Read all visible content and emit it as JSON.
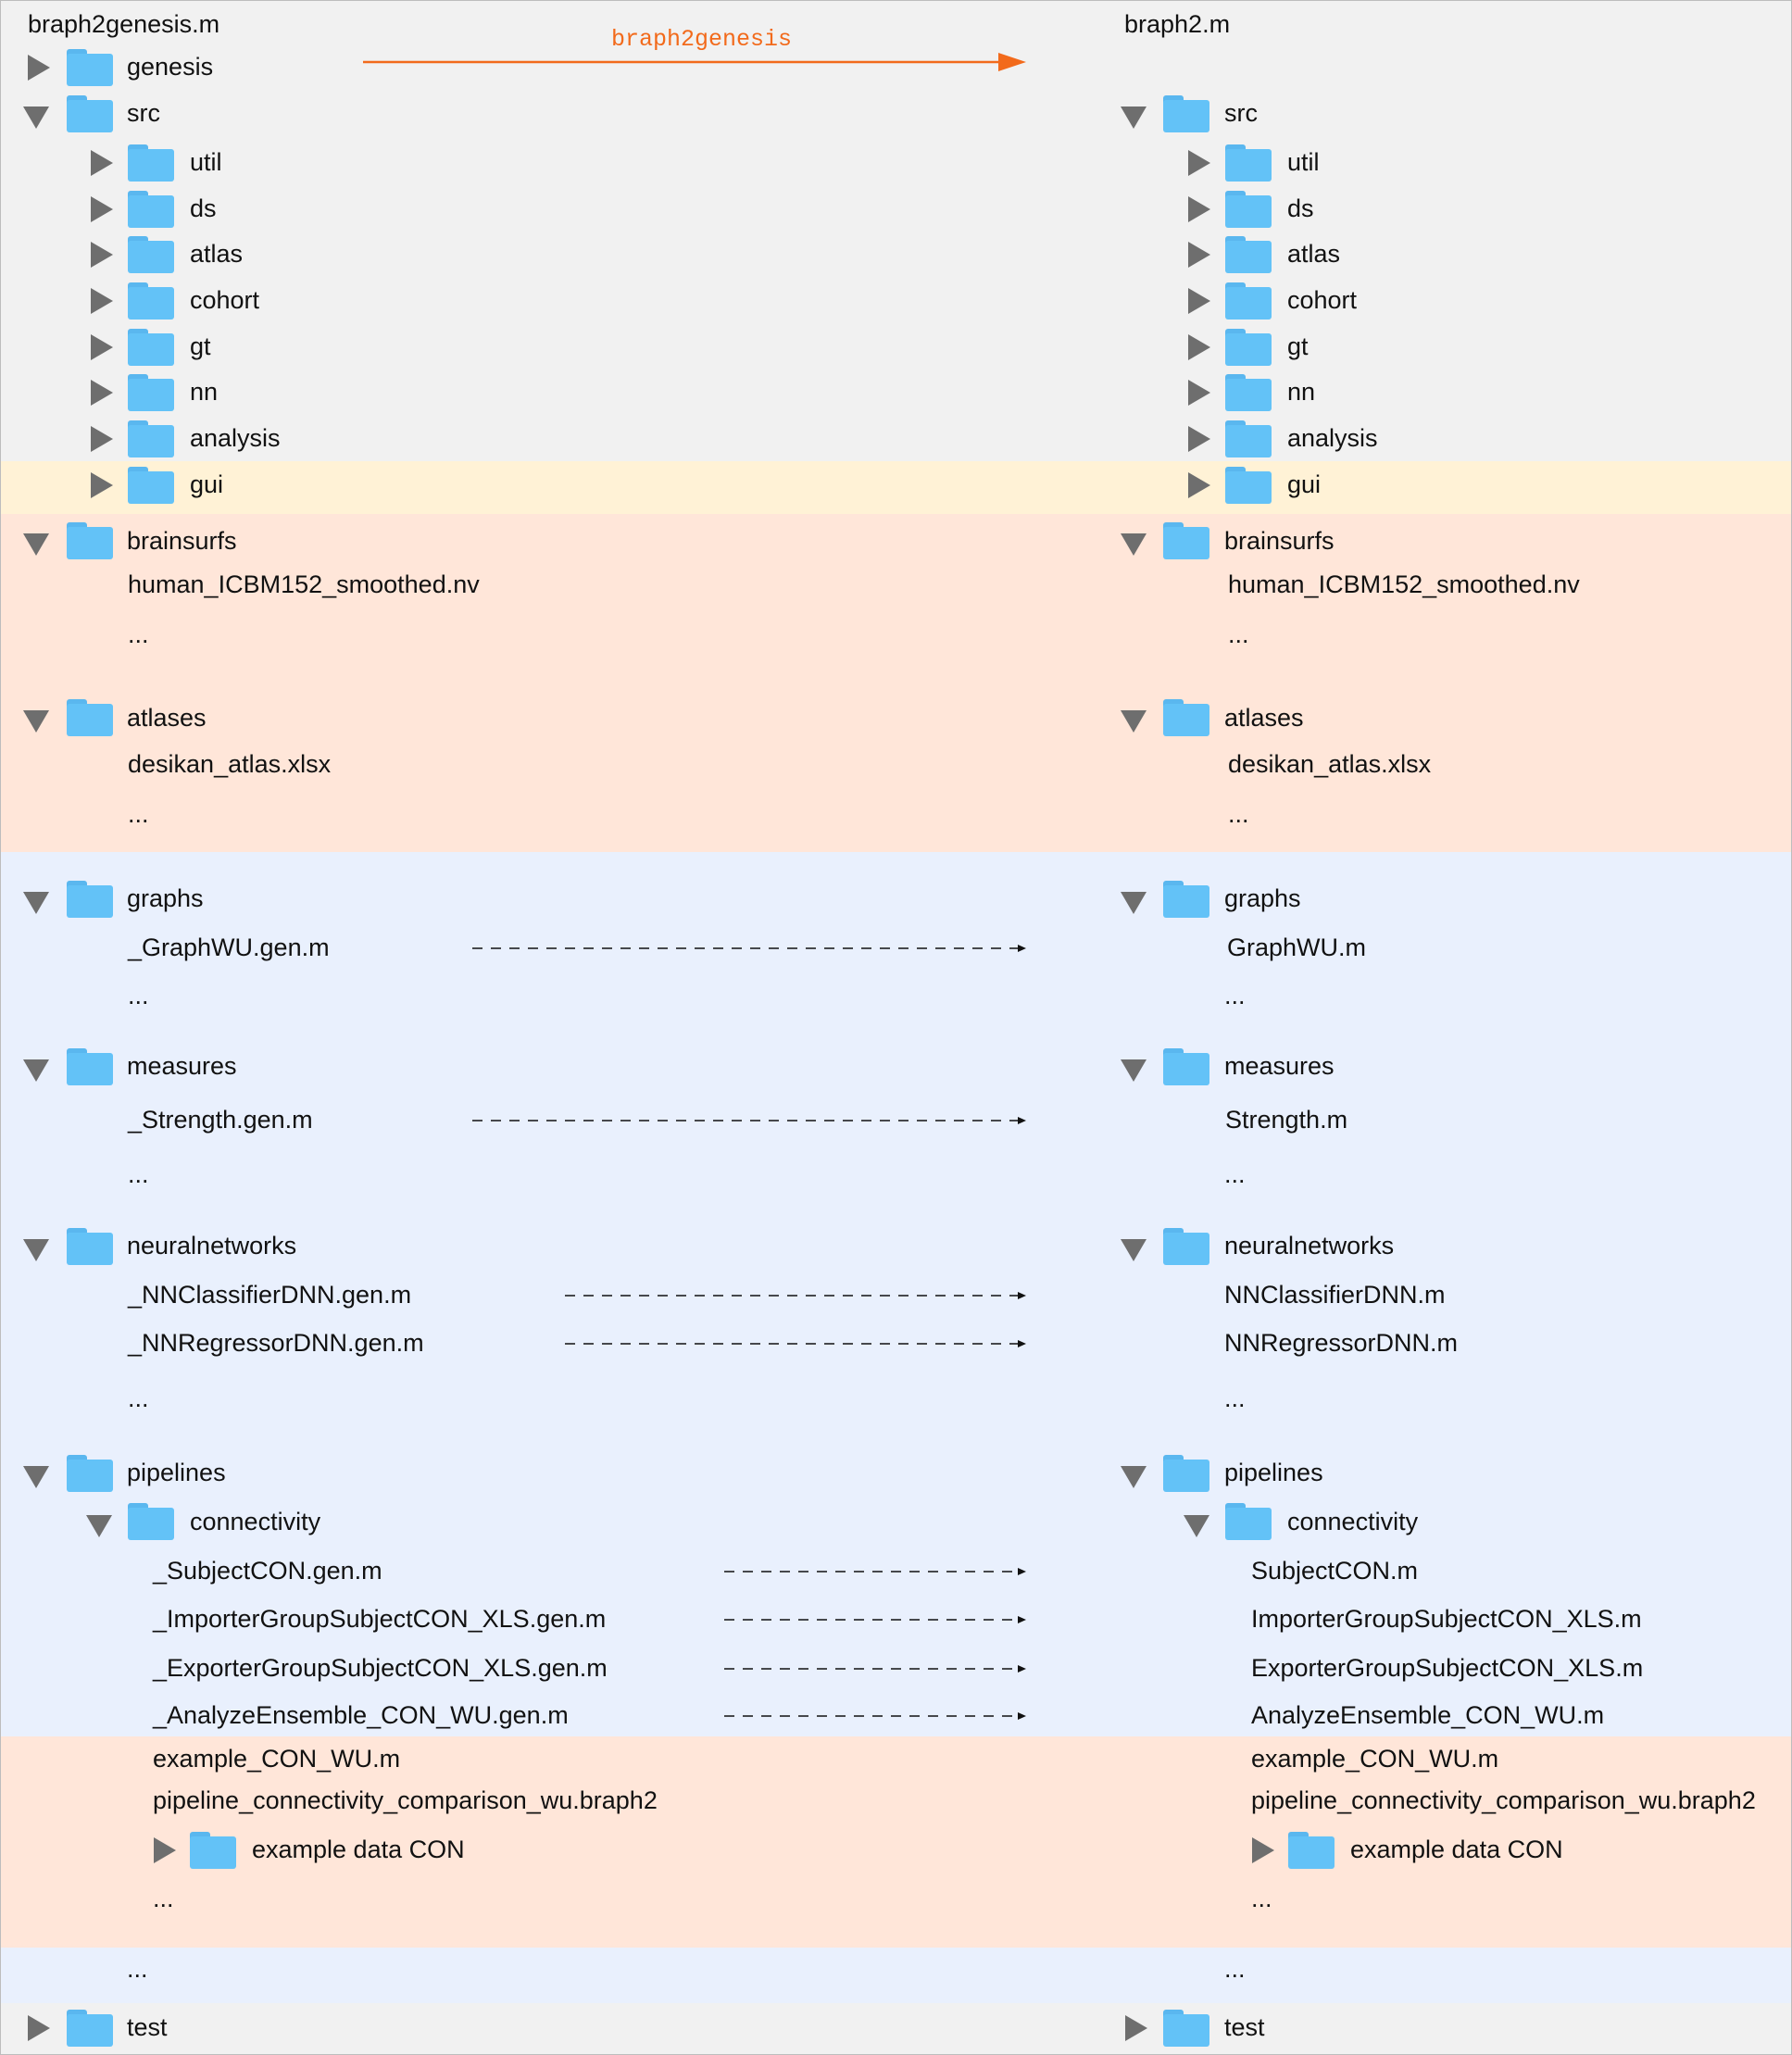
{
  "colors": {
    "gray": "#f1f1f1",
    "yellow": "#fff2d6",
    "peach": "#ffe6d9",
    "blue": "#e9f0fd",
    "arrow": "#f26a1b"
  },
  "left_title": "braph2genesis.m",
  "right_title": "braph2.m",
  "main_arrow_label": "braph2genesis",
  "left": {
    "genesis": "genesis",
    "src": "src",
    "util": "util",
    "ds": "ds",
    "atlas": "atlas",
    "cohort": "cohort",
    "gt": "gt",
    "nn": "nn",
    "analysis": "analysis",
    "gui": "gui",
    "brainsurfs": "brainsurfs",
    "brainsurf_file": "human_ICBM152_smoothed.nv",
    "brainsurf_more": "...",
    "atlases": "atlases",
    "atlas_file": "desikan_atlas.xlsx",
    "atlases_more": "...",
    "graphs": "graphs",
    "graph_file": "_GraphWU.gen.m",
    "graphs_more": "...",
    "measures": "measures",
    "measure_file": "_Strength.gen.m",
    "measures_more": "...",
    "neuralnetworks": "neuralnetworks",
    "nn_file1": "_NNClassifierDNN.gen.m",
    "nn_file2": "_NNRegressorDNN.gen.m",
    "nn_more": "...",
    "pipelines": "pipelines",
    "connectivity": "connectivity",
    "pipe_file1": "_SubjectCON.gen.m",
    "pipe_file2": "_ImporterGroupSubjectCON_XLS.gen.m",
    "pipe_file3": "_ExporterGroupSubjectCON_XLS.gen.m",
    "pipe_file4": "_AnalyzeEnsemble_CON_WU.gen.m",
    "example_file": "example_CON_WU.m",
    "pipeline_file": "pipeline_connectivity_comparison_wu.braph2",
    "example_data": "example data CON",
    "connectivity_more": "...",
    "src_more": "...",
    "test": "test"
  },
  "right": {
    "src": "src",
    "util": "util",
    "ds": "ds",
    "atlas": "atlas",
    "cohort": "cohort",
    "gt": "gt",
    "nn": "nn",
    "analysis": "analysis",
    "gui": "gui",
    "brainsurfs": "brainsurfs",
    "brainsurf_file": "human_ICBM152_smoothed.nv",
    "brainsurf_more": "...",
    "atlases": "atlases",
    "atlas_file": "desikan_atlas.xlsx",
    "atlases_more": "...",
    "graphs": "graphs",
    "graph_file": "GraphWU.m",
    "graphs_more": "...",
    "measures": "measures",
    "measure_file": "Strength.m",
    "measures_more": "...",
    "neuralnetworks": "neuralnetworks",
    "nn_file1": "NNClassifierDNN.m",
    "nn_file2": "NNRegressorDNN.m",
    "nn_more": "...",
    "pipelines": "pipelines",
    "connectivity": "connectivity",
    "pipe_file1": "SubjectCON.m",
    "pipe_file2": "ImporterGroupSubjectCON_XLS.m",
    "pipe_file3": "ExporterGroupSubjectCON_XLS.m",
    "pipe_file4": "AnalyzeEnsemble_CON_WU.m",
    "example_file": "example_CON_WU.m",
    "pipeline_file": "pipeline_connectivity_comparison_wu.braph2",
    "example_data": "example data CON",
    "connectivity_more": "...",
    "src_more": "...",
    "test": "test"
  }
}
